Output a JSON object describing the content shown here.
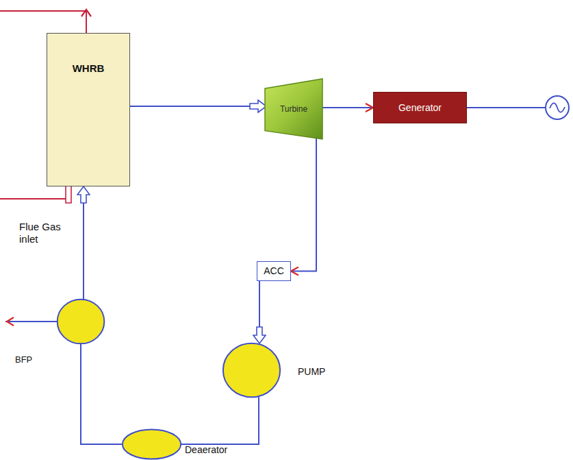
{
  "diagram": {
    "nodes": [
      {
        "text": [
          "WHRB"
        ]
      },
      {
        "text": [
          "Turbine"
        ]
      },
      {
        "text": [
          "Generator"
        ]
      },
      {
        "text": [
          "ACC"
        ]
      },
      {
        "text": [
          "PUMP"
        ]
      },
      {
        "text": [
          "Deaerator"
        ]
      },
      {
        "text": [
          "BFP"
        ]
      }
    ],
    "edges": [
      {
        "from": 0,
        "to": 1,
        "arrow": "to"
      },
      {
        "from": 1,
        "to": 2,
        "arrow": "to"
      },
      {
        "from": 1,
        "to": 3,
        "arrow": "to"
      },
      {
        "from": 3,
        "to": 4,
        "arrow": "to"
      },
      {
        "from": 4,
        "to": 5,
        "arrow": "none"
      },
      {
        "from": 5,
        "to": 6,
        "arrow": "none"
      },
      {
        "from": 6,
        "to": 0,
        "arrow": "to"
      }
    ],
    "labels": [
      "Flue Gas inlet"
    ]
  }
}
